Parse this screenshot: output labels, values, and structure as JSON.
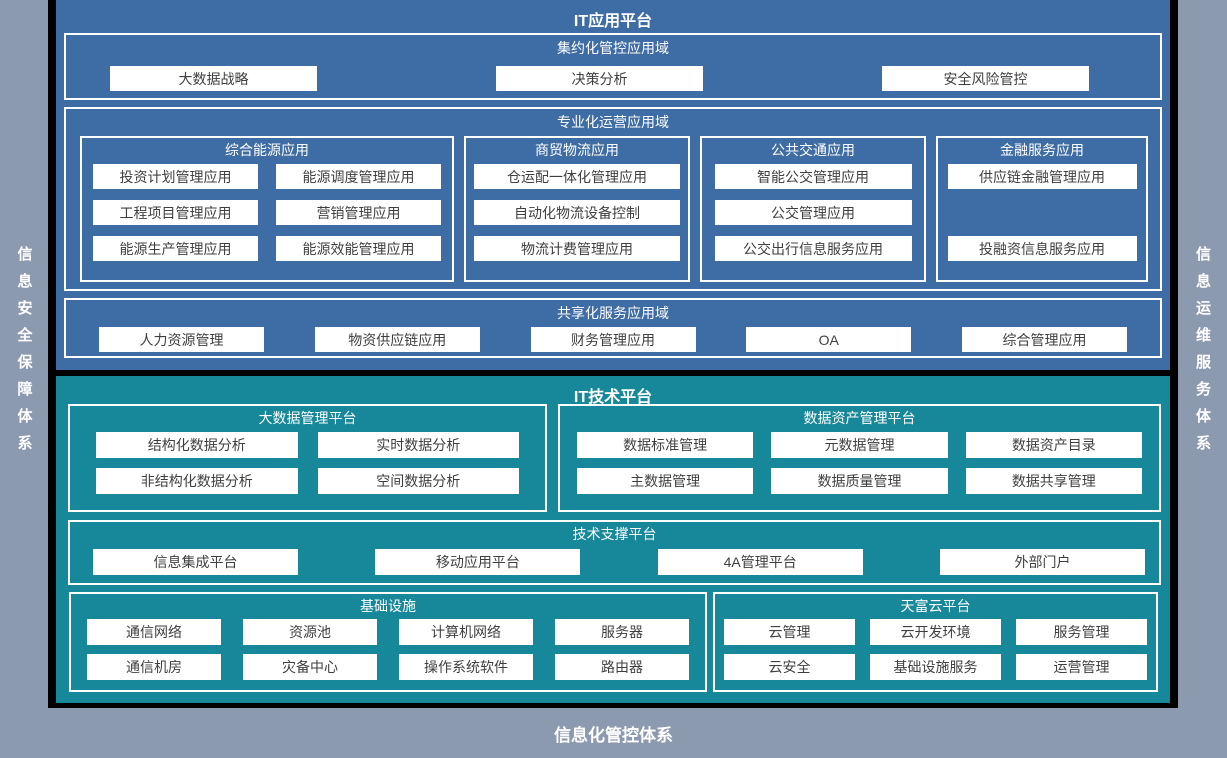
{
  "frame": {
    "left_sidebar_label": "信息安全保障体系",
    "right_sidebar_label": "信息运维服务体系",
    "bottom_bar_label": "信息化管控体系"
  },
  "colors": {
    "app_platform_blue": "#3E6CA4",
    "tech_platform_teal": "#17879A",
    "outer_gray": "#8C9AB0",
    "frame_black": "#000000",
    "box_white": "#FFFFFF",
    "box_text": "#3F3F3F"
  },
  "it_app_platform": {
    "title": "IT应用平台",
    "centralized": {
      "title": "集约化管控应用域",
      "items": [
        "大数据战略",
        "决策分析",
        "安全风险管控"
      ]
    },
    "specialized": {
      "title": "专业化运营应用域",
      "groups": [
        {
          "title": "综合能源应用",
          "items": [
            "投资计划管理应用",
            "能源调度管理应用",
            "工程项目管理应用",
            "营销管理应用",
            "能源生产管理应用",
            "能源效能管理应用"
          ]
        },
        {
          "title": "商贸物流应用",
          "items": [
            "仓运配一体化管理应用",
            "自动化物流设备控制",
            "物流计费管理应用"
          ]
        },
        {
          "title": "公共交通应用",
          "items": [
            "智能公交管理应用",
            "公交管理应用",
            "公交出行信息服务应用"
          ]
        },
        {
          "title": "金融服务应用",
          "items": [
            "供应链金融管理应用",
            "投融资信息服务应用"
          ]
        }
      ]
    },
    "shared": {
      "title": "共享化服务应用域",
      "items": [
        "人力资源管理",
        "物资供应链应用",
        "财务管理应用",
        "OA",
        "综合管理应用"
      ]
    }
  },
  "it_tech_platform": {
    "title": "IT技术平台",
    "bigdata": {
      "title": "大数据管理平台",
      "items": [
        "结构化数据分析",
        "实时数据分析",
        "非结构化数据分析",
        "空间数据分析"
      ]
    },
    "data_asset": {
      "title": "数据资产管理平台",
      "items": [
        "数据标准管理",
        "元数据管理",
        "数据资产目录",
        "主数据管理",
        "数据质量管理",
        "数据共享管理"
      ]
    },
    "tech_support": {
      "title": "技术支撑平台",
      "items": [
        "信息集成平台",
        "移动应用平台",
        "4A管理平台",
        "外部门户"
      ]
    },
    "infrastructure": {
      "title": "基础设施",
      "items": [
        "通信网络",
        "资源池",
        "计算机网络",
        "服务器",
        "通信机房",
        "灾备中心",
        "操作系统软件",
        "路由器"
      ]
    },
    "cloud": {
      "title": "天富云平台",
      "items": [
        "云管理",
        "云开发环境",
        "服务管理",
        "云安全",
        "基础设施服务",
        "运营管理"
      ]
    }
  }
}
